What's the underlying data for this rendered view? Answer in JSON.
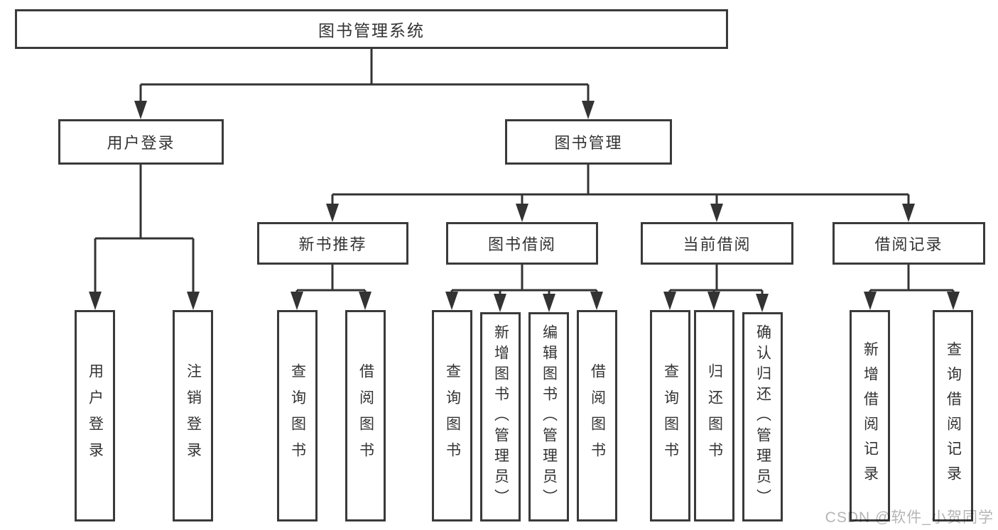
{
  "diagram_title": "图书管理系统",
  "tree": {
    "root": {
      "label": "图书管理系统"
    },
    "branches": [
      {
        "label": "用户登录",
        "children": [
          {
            "label": "用户登录"
          },
          {
            "label": "注销登录"
          }
        ]
      },
      {
        "label": "图书管理",
        "children": [
          {
            "label": "新书推荐",
            "children": [
              {
                "label": "查询图书"
              },
              {
                "label": "借阅图书"
              }
            ]
          },
          {
            "label": "图书借阅",
            "children": [
              {
                "label": "查询图书"
              },
              {
                "label": "新增图书（管理员）"
              },
              {
                "label": "编辑图书（管理员）"
              },
              {
                "label": "借阅图书"
              }
            ]
          },
          {
            "label": "当前借阅",
            "children": [
              {
                "label": "查询图书"
              },
              {
                "label": "归还图书"
              },
              {
                "label": "确认归还（管理员）"
              }
            ]
          },
          {
            "label": "借阅记录",
            "children": [
              {
                "label": "新增借阅记录"
              },
              {
                "label": "查询借阅记录"
              }
            ]
          }
        ]
      }
    ]
  },
  "watermark": "CSDN @软件_小贺同学",
  "colors": {
    "line": "#333333",
    "border": "#3a3a3a",
    "text": "#333333",
    "watermark": "#b5b5b5",
    "background": "#ffffff"
  }
}
